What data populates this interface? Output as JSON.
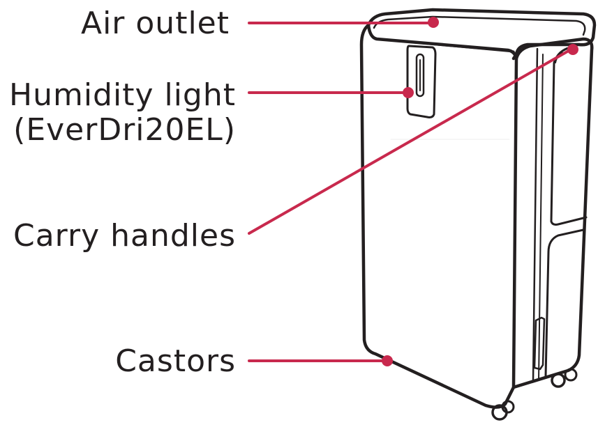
{
  "labels": {
    "air_outlet": "Air outlet",
    "humidity_light_line1": "Humidity light",
    "humidity_light_line2": "(EverDri20EL)",
    "carry_handles": "Carry handles",
    "castors": "Castors"
  },
  "colors": {
    "callout": "#c8294d",
    "outline": "#231f20",
    "text": "#231f20",
    "background": "#ffffff"
  }
}
